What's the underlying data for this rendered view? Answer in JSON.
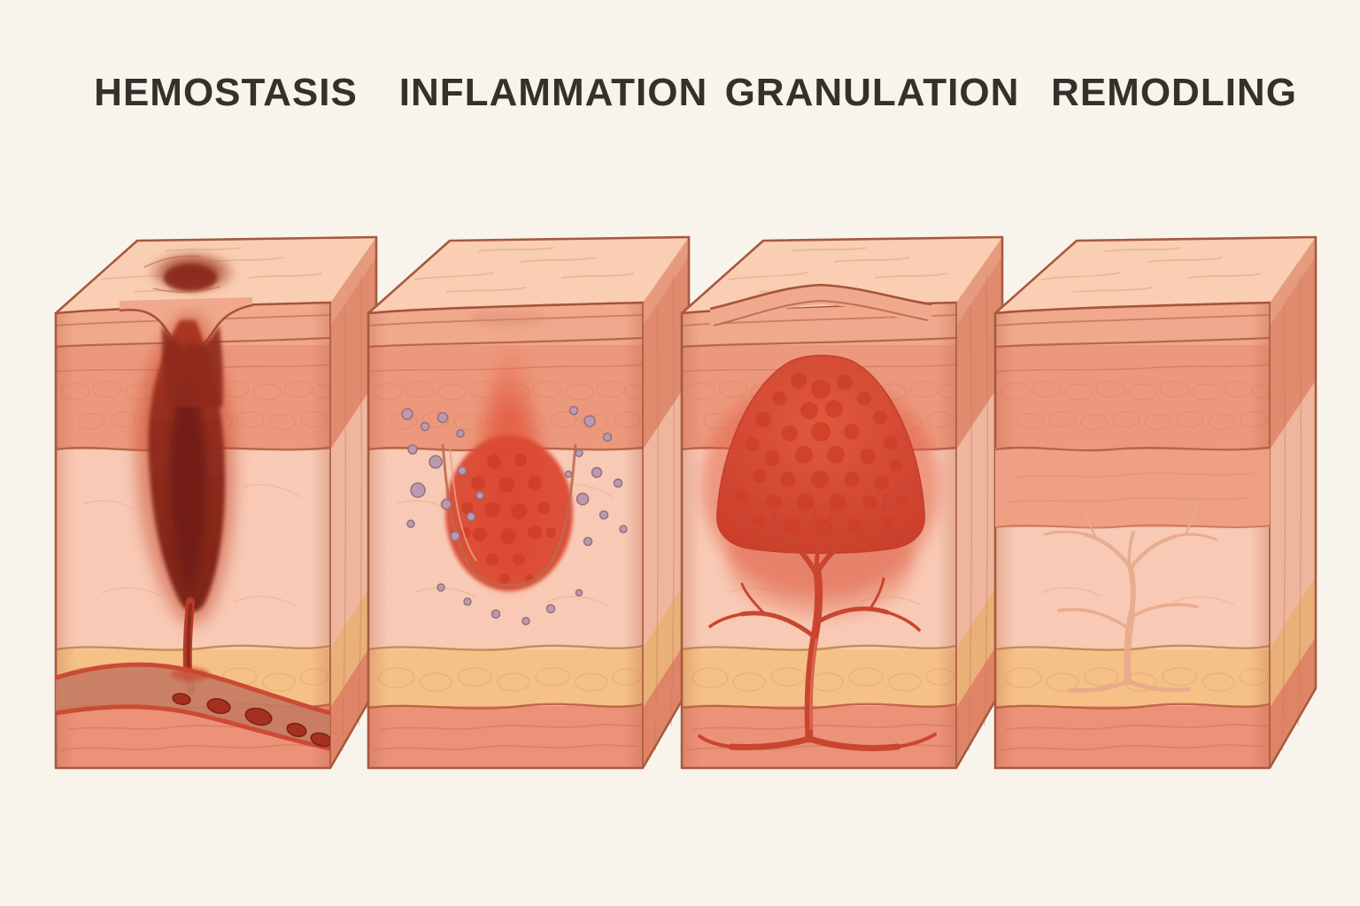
{
  "diagram": {
    "subject": "wound-healing-stages-skin-cross-section",
    "background_color": "#f8f4ec",
    "label_color": "#35302b"
  },
  "stages": [
    {
      "id": "hemostasis",
      "label": "HEMOSTASIS",
      "illustration": "skin-block-deep-wound-dark-clot-reaching-blood-vessel"
    },
    {
      "id": "inflammation",
      "label": "INFLAMMATION",
      "illustration": "skin-block-red-inflamed-wound-bed-with-immune-cell-dots"
    },
    {
      "id": "granulation",
      "label": "GRANULATION",
      "illustration": "skin-block-granulation-tissue-dome-with-branching-new-vessels"
    },
    {
      "id": "remodling",
      "label": "REMODLING",
      "illustration": "healed-skin-block-with-faint-maturing-vessel-tree"
    }
  ],
  "palette": {
    "top_face": "#f9ceb3",
    "epidermis": "#f0a98c",
    "upper_dermis": "#ec987c",
    "pale_dermis": "#f8c9b4",
    "fat_layer": "#f5c187",
    "deep_layer": "#eb9279",
    "outline": "#a65a3e",
    "clot_dark": "#7a2115",
    "wound_red": "#d94f33",
    "immune_cell_lavender": "#bd99af",
    "vessel_red": "#ca452f"
  }
}
